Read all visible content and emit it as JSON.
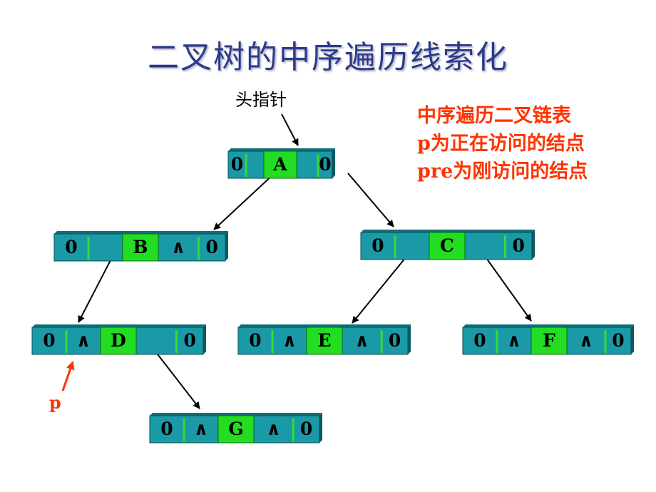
{
  "title": "二叉树的中序遍历线索化",
  "head_pointer_label": "头指针",
  "legend": {
    "line1": "中序遍历二叉链表",
    "line2": "p为正在访问的结点",
    "line3": "pre为刚访问的结点"
  },
  "p_label": "p",
  "colors": {
    "node_fill": "#1a9aa6",
    "data_fill": "#22dd22",
    "divider": "#33dd33",
    "title": "#2b3a8c",
    "accent": "#ff3300"
  },
  "nodes": {
    "A": {
      "ltag": "0",
      "lchild": "",
      "data": "A",
      "rchild": "",
      "rtag": "0"
    },
    "B": {
      "ltag": "0",
      "lchild": "",
      "data": "B",
      "rchild": "∧",
      "rtag": "0"
    },
    "C": {
      "ltag": "0",
      "lchild": "",
      "data": "C",
      "rchild": "",
      "rtag": "0"
    },
    "D": {
      "ltag": "0",
      "lchild": "∧",
      "data": "D",
      "rchild": "",
      "rtag": "0"
    },
    "E": {
      "ltag": "0",
      "lchild": "∧",
      "data": "E",
      "rchild": "∧",
      "rtag": "0"
    },
    "F": {
      "ltag": "0",
      "lchild": "∧",
      "data": "F",
      "rchild": "∧",
      "rtag": "0"
    },
    "G": {
      "ltag": "0",
      "lchild": "∧",
      "data": "G",
      "rchild": "∧",
      "rtag": "0"
    }
  }
}
